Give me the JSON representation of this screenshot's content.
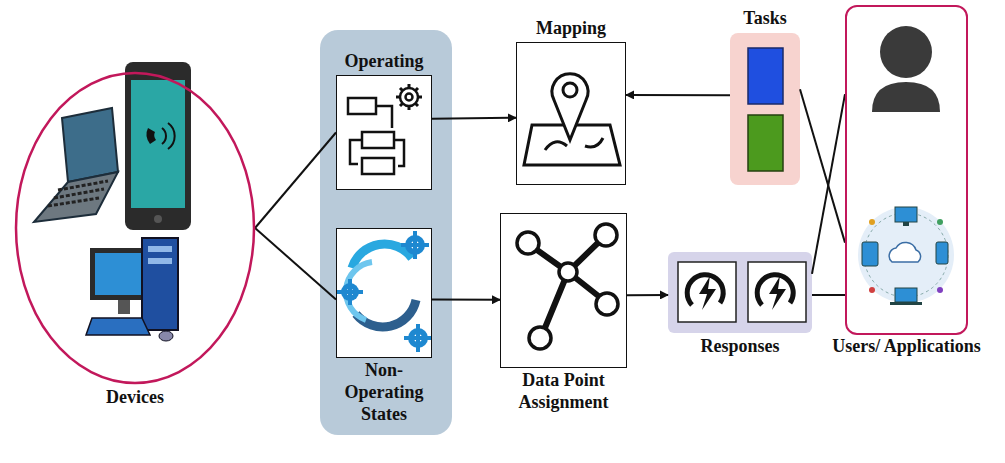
{
  "diagram": {
    "nodes": [
      {
        "text": [
          "Devices"
        ]
      },
      {
        "text": [
          "Operating"
        ]
      },
      {
        "text": [
          "Non-Operating States"
        ]
      },
      {
        "text": [
          "Mapping"
        ]
      },
      {
        "text": [
          "Data Point Assignment"
        ]
      },
      {
        "text": [
          "Tasks"
        ]
      },
      {
        "text": [
          "Responses"
        ]
      },
      {
        "text": [
          "Users/ Applications"
        ]
      }
    ],
    "edges": [
      {
        "from": 0,
        "to": 1,
        "arrow": "none"
      },
      {
        "from": 0,
        "to": 2,
        "arrow": "none"
      },
      {
        "from": 1,
        "to": 3,
        "arrow": "to"
      },
      {
        "from": 5,
        "to": 3,
        "arrow": "to"
      },
      {
        "from": 2,
        "to": 4,
        "arrow": "to"
      },
      {
        "from": 4,
        "to": 6,
        "arrow": "to"
      },
      {
        "from": 6,
        "to": 7,
        "arrow": "none"
      },
      {
        "from": 5,
        "to": 7,
        "arrow": "none"
      },
      {
        "from": 6,
        "to": 7,
        "arrow": "none"
      }
    ]
  }
}
